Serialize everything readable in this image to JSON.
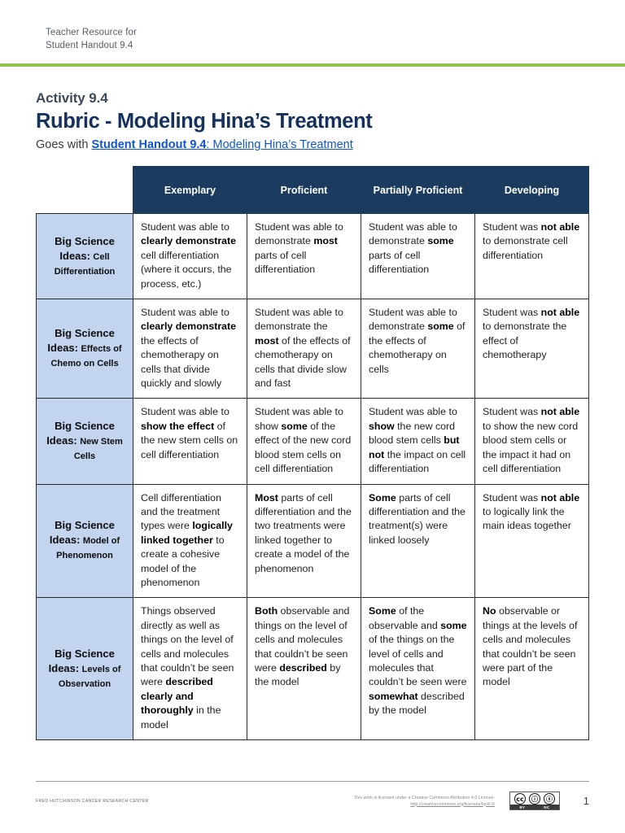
{
  "header": {
    "line1": "Teacher Resource for",
    "line2": "Student Handout 9.4",
    "rule_color": "#8cc152"
  },
  "title": {
    "activity": "Activity 9.4",
    "main": "Rubric - Modeling Hina’s Treatment",
    "goes_with_prefix": "Goes with ",
    "goes_with_link_bold": "Student Handout 9.4",
    "goes_with_link_rest": ": Modeling Hina’s Treatment ",
    "title_color": "#14325c",
    "link_color": "#1155cc"
  },
  "rubric": {
    "header_bg": "#1b3c5f",
    "label_bg": "#c3d4ef",
    "columns": [
      "",
      "Exemplary",
      "Proficient",
      "Partially Proficient",
      "Developing"
    ],
    "rows": [
      {
        "label_big": "Big Science Ideas:",
        "label_sub": "Cell Differentiation",
        "cells": [
          {
            "parts": [
              {
                "t": "Student was able to ",
                "b": false
              },
              {
                "t": "clearly demonstrate",
                "b": true
              },
              {
                "t": " cell differentiation (where it occurs, the process, etc.)",
                "b": false
              }
            ]
          },
          {
            "parts": [
              {
                "t": "Student was able to demonstrate ",
                "b": false
              },
              {
                "t": "most",
                "b": true
              },
              {
                "t": " parts of cell differentiation",
                "b": false
              }
            ]
          },
          {
            "parts": [
              {
                "t": "Student was able to demonstrate ",
                "b": false
              },
              {
                "t": "some",
                "b": true
              },
              {
                "t": " parts of cell differentiation",
                "b": false
              }
            ]
          },
          {
            "parts": [
              {
                "t": "Student was ",
                "b": false
              },
              {
                "t": "not able",
                "b": true
              },
              {
                "t": " to demonstrate cell differentiation",
                "b": false
              }
            ]
          }
        ]
      },
      {
        "label_big": "Big Science Ideas:",
        "label_sub": "Effects of Chemo on Cells",
        "cells": [
          {
            "parts": [
              {
                "t": "Student was able to ",
                "b": false
              },
              {
                "t": "clearly demonstrate",
                "b": true
              },
              {
                "t": " the effects of chemotherapy on cells that divide quickly and slowly",
                "b": false
              }
            ]
          },
          {
            "parts": [
              {
                "t": "Student was able to demonstrate the ",
                "b": false
              },
              {
                "t": "most",
                "b": true
              },
              {
                "t": " of the effects of chemotherapy on cells that divide slow and fast",
                "b": false
              }
            ]
          },
          {
            "parts": [
              {
                "t": "Student was able to demonstrate ",
                "b": false
              },
              {
                "t": "some",
                "b": true
              },
              {
                "t": " of the effects of chemotherapy on cells",
                "b": false
              }
            ]
          },
          {
            "parts": [
              {
                "t": "Student was ",
                "b": false
              },
              {
                "t": "not able",
                "b": true
              },
              {
                "t": " to demonstrate the effect of chemotherapy",
                "b": false
              }
            ]
          }
        ]
      },
      {
        "label_big": "Big Science Ideas:",
        "label_sub": "New Stem Cells",
        "cells": [
          {
            "parts": [
              {
                "t": "Student was able to ",
                "b": false
              },
              {
                "t": "show the effect",
                "b": true
              },
              {
                "t": " of the new stem cells on cell differentiation",
                "b": false
              }
            ]
          },
          {
            "parts": [
              {
                "t": "Student was able to show ",
                "b": false
              },
              {
                "t": "some",
                "b": true
              },
              {
                "t": " of the effect of the new cord blood stem cells on cell differentiation",
                "b": false
              }
            ]
          },
          {
            "parts": [
              {
                "t": "Student was able to ",
                "b": false
              },
              {
                "t": "show",
                "b": true
              },
              {
                "t": " the new cord blood stem cells ",
                "b": false
              },
              {
                "t": "but not",
                "b": true
              },
              {
                "t": " the impact on cell differentiation",
                "b": false
              }
            ]
          },
          {
            "parts": [
              {
                "t": "Student was ",
                "b": false
              },
              {
                "t": "not able",
                "b": true
              },
              {
                "t": " to show the new cord blood stem cells or the impact it had on cell differentiation",
                "b": false
              }
            ]
          }
        ]
      },
      {
        "label_big": "Big Science Ideas:",
        "label_sub": "Model of Phenomenon",
        "cells": [
          {
            "parts": [
              {
                "t": "Cell differentiation and the treatment types were ",
                "b": false
              },
              {
                "t": "logically linked together",
                "b": true
              },
              {
                "t": " to create a cohesive model of the phenomenon",
                "b": false
              }
            ]
          },
          {
            "parts": [
              {
                "t": "Most",
                "b": true
              },
              {
                "t": " parts of cell differentiation and the two treatments were linked together to create a model of the phenomenon",
                "b": false
              }
            ]
          },
          {
            "parts": [
              {
                "t": "Some",
                "b": true
              },
              {
                "t": " parts of cell differentiation and the treatment(s) were linked loosely",
                "b": false
              }
            ]
          },
          {
            "parts": [
              {
                "t": "Student was ",
                "b": false
              },
              {
                "t": "not able",
                "b": true
              },
              {
                "t": " to logically link the main ideas together",
                "b": false
              }
            ]
          }
        ]
      },
      {
        "label_big": "Big Science Ideas:",
        "label_sub": "Levels of Observation",
        "cells": [
          {
            "parts": [
              {
                "t": "Things observed directly as well as things on the level of cells and molecules that couldn’t be seen were ",
                "b": false
              },
              {
                "t": "described clearly and thoroughly",
                "b": true
              },
              {
                "t": " in the model",
                "b": false
              }
            ]
          },
          {
            "parts": [
              {
                "t": "Both",
                "b": true
              },
              {
                "t": " observable and things on the level of cells and molecules that couldn’t be seen were ",
                "b": false
              },
              {
                "t": "described",
                "b": true
              },
              {
                "t": " by the model",
                "b": false
              }
            ]
          },
          {
            "parts": [
              {
                "t": "Some",
                "b": true
              },
              {
                "t": " of the observable and ",
                "b": false
              },
              {
                "t": "some",
                "b": true
              },
              {
                "t": " of the things on the level of cells and molecules that couldn’t be seen were ",
                "b": false
              },
              {
                "t": "somewhat",
                "b": true
              },
              {
                "t": " described by the model",
                "b": false
              }
            ]
          },
          {
            "parts": [
              {
                "t": "No",
                "b": true
              },
              {
                "t": " observable or things at the levels of cells and molecules that couldn’t be seen were part of the model",
                "b": false
              }
            ]
          }
        ]
      }
    ]
  },
  "footer": {
    "organization": "FRED HUTCHINSON CANCER RESEARCH CENTER",
    "license_text": "This work is licensed under a Creative Commons Attribution 4.0 License:",
    "license_url": "http://creativecommons.org/licenses/by/4.0/",
    "badge": {
      "cc": "cc",
      "by_glyph": "ⓘ",
      "nc_glyph": "ⓢ",
      "by_label": "BY",
      "nc_label": "NC"
    },
    "page_number": "1"
  }
}
